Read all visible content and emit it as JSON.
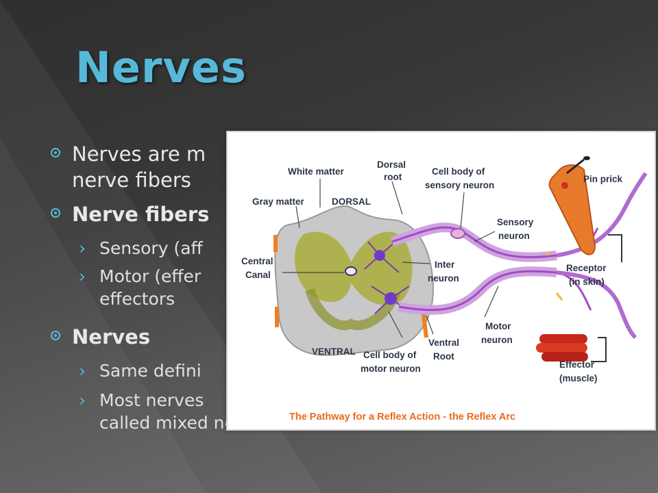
{
  "slide": {
    "title": "Nerves",
    "bullets": [
      {
        "text": "Nerves are m",
        "line2": "nerve fibers"
      },
      {
        "text": "Nerve fibers"
      },
      {
        "text": "Nerves"
      }
    ],
    "sub_bullets": [
      "Sensory (aff",
      "Motor (effer",
      "effectors",
      "Same defini",
      "Most nerves",
      "called mixed nerves"
    ],
    "accent_color": "#57b9d9"
  },
  "diagram": {
    "labels": {
      "white_matter": "White matter",
      "dorsal_root_1": "Dorsal",
      "dorsal_root_2": "root",
      "cell_body_sensory_1": "Cell body of",
      "cell_body_sensory_2": "sensory neuron",
      "pin_prick": "Pin prick",
      "gray_matter": "Gray matter",
      "dorsal": "DORSAL",
      "sensory_neuron_1": "Sensory",
      "sensory_neuron_2": "neuron",
      "central_canal_1": "Central",
      "central_canal_2": "Canal",
      "inter_neuron_1": "Inter",
      "inter_neuron_2": "neuron",
      "receptor_1": "Receptor",
      "receptor_2": "(in skin)",
      "motor_neuron_1": "Motor",
      "motor_neuron_2": "neuron",
      "ventral_root_1": "Ventral",
      "ventral_root_2": "Root",
      "ventral": "VENTRAL",
      "cell_body_motor_1": "Cell body of",
      "cell_body_motor_2": "motor neuron",
      "effector_1": "Effector",
      "effector_2": "(muscle)"
    },
    "caption": "The Pathway for a Reflex Action - the Reflex Arc"
  }
}
